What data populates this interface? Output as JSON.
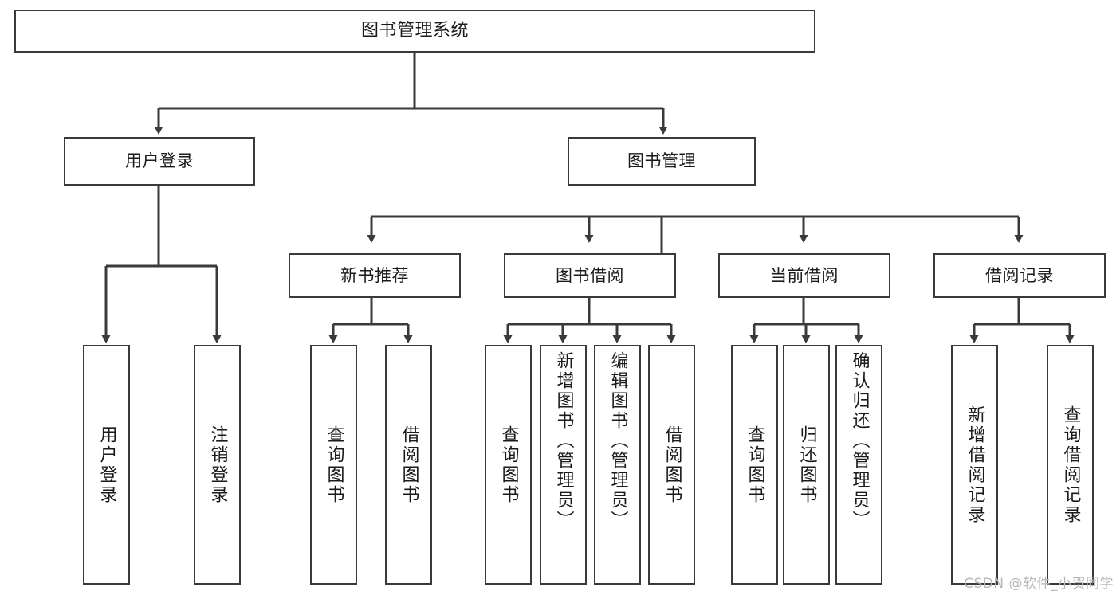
{
  "diagram": {
    "title": "图书管理系统",
    "type": "tree",
    "watermark": "CSDN @软件_小贺同学",
    "colors": {
      "stroke": "#3a3a3a",
      "fill": "#ffffff",
      "text": "#1b1b1b",
      "watermark": "#b9b9b9"
    },
    "levels": {
      "root": {
        "label": "图书管理系统"
      },
      "level1": [
        {
          "label": "用户登录"
        },
        {
          "label": "图书管理"
        }
      ],
      "level2": [
        {
          "label": "新书推荐"
        },
        {
          "label": "图书借阅"
        },
        {
          "label": "当前借阅"
        },
        {
          "label": "借阅记录"
        }
      ],
      "leaves": {
        "user_login": [
          {
            "label": "用户登录"
          },
          {
            "label": "注销登录"
          }
        ],
        "new_book_recommend": [
          {
            "label": "查询图书"
          },
          {
            "label": "借阅图书"
          }
        ],
        "book_borrow": [
          {
            "label": "查询图书"
          },
          {
            "label": "新增图书（管理员）"
          },
          {
            "label": "编辑图书（管理员）"
          },
          {
            "label": "借阅图书"
          }
        ],
        "current_borrow": [
          {
            "label": "查询图书"
          },
          {
            "label": "归还图书"
          },
          {
            "label": "确认归还（管理员）"
          }
        ],
        "borrow_record": [
          {
            "label": "新增借阅记录"
          },
          {
            "label": "查询借阅记录"
          }
        ]
      }
    }
  }
}
